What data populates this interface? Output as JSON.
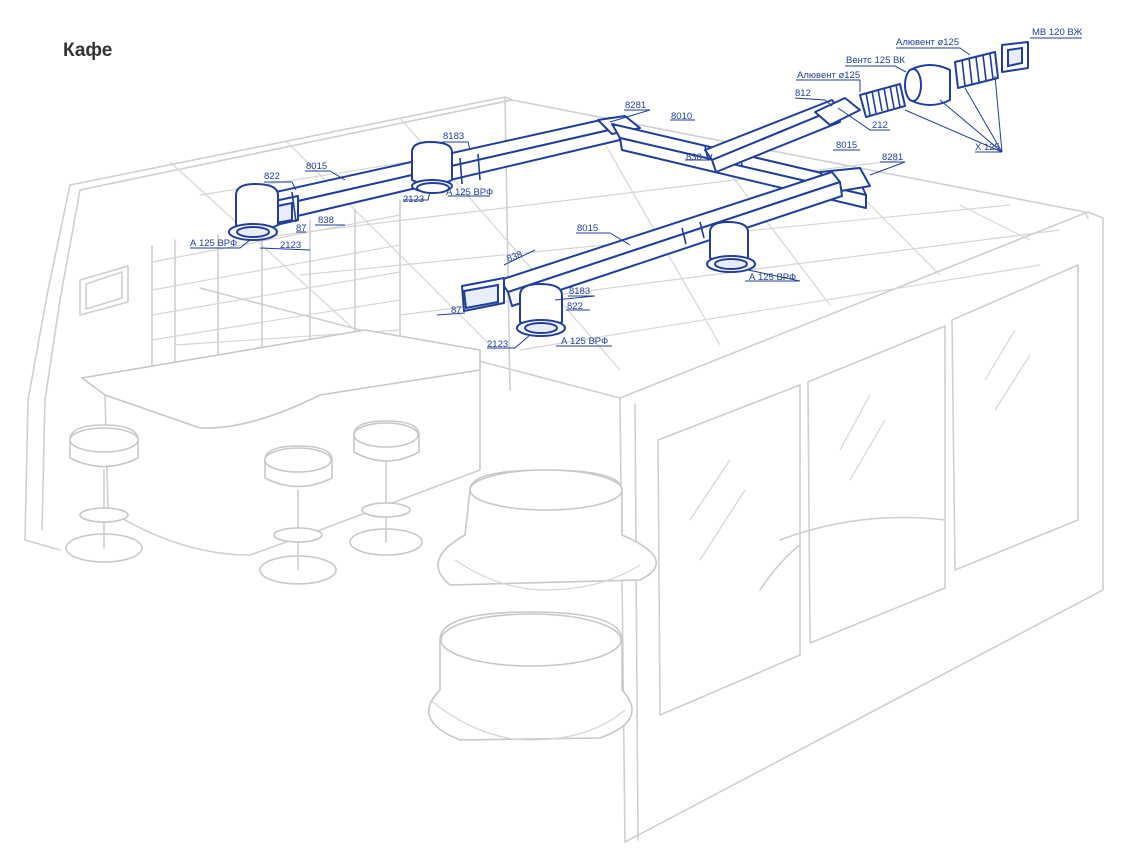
{
  "title": "Кафе",
  "labels": {
    "l_822_a": "822",
    "l_8015_a": "8015",
    "l_8183_a": "8183",
    "l_838_a": "838",
    "l_87_a": "87",
    "l_a125_a": "А 125 ВРФ",
    "l_2123_a": "2123",
    "l_2123_b": "2123",
    "l_a125_b": "А 125 ВРФ",
    "l_8281_a": "8281",
    "l_8010": "8010",
    "l_838_b": "838",
    "l_812": "812",
    "l_aluvent_1": "Алювент ø125",
    "l_vents": "Вентс 125 ВК",
    "l_aluvent_2": "Алювент ø125",
    "l_mv": "МВ 120 ВЖ",
    "l_212": "212",
    "l_x125": "Х 125",
    "l_8015_b": "8015",
    "l_8281_b": "8281",
    "l_8015_c": "8015",
    "l_838_c": "838",
    "l_8183_b": "8183",
    "l_822_b": "822",
    "l_87_b": "87",
    "l_2123_c": "2123",
    "l_a125_c": "А 125 ВРФ",
    "l_a125_d": "А 125 ВРФ"
  },
  "colors": {
    "duct": "#1f3f9a",
    "room": "#cfcfcf"
  }
}
